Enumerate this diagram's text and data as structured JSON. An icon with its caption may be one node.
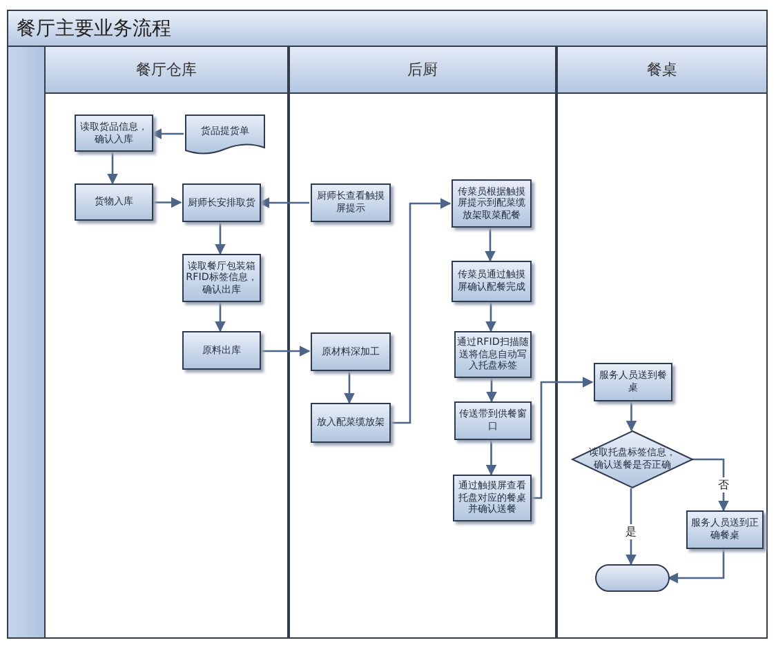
{
  "diagram": {
    "title": "餐厅主要业务流程",
    "nodes": [
      {
        "text": [
          "餐厅仓库"
        ]
      },
      {
        "text": [
          "后厨"
        ]
      },
      {
        "text": [
          "餐桌"
        ]
      },
      {
        "text": [
          "读取货品信息，确认入库"
        ],
        "in": 0
      },
      {
        "text": [
          "货品提货单"
        ],
        "in": 0
      },
      {
        "text": [
          "货物入库"
        ],
        "in": 0
      },
      {
        "text": [
          "厨师长安排取货"
        ],
        "in": 0
      },
      {
        "text": [
          "厨师长查看触摸屏提示"
        ],
        "in": 1
      },
      {
        "text": [
          "读取餐厅包装箱RFID标签信息，确认出库"
        ],
        "in": 0
      },
      {
        "text": [
          "原料出库"
        ],
        "in": 0
      },
      {
        "text": [
          "原材料深加工"
        ],
        "in": 1
      },
      {
        "text": [
          "放入配菜缆放架"
        ],
        "in": 1
      },
      {
        "text": [
          "传菜员根据触摸屏提示到配菜缆放架取菜配餐"
        ],
        "in": 1
      },
      {
        "text": [
          "传菜员通过触摸屏确认配餐完成"
        ],
        "in": 1
      },
      {
        "text": [
          "通过RFID扫描随送将信息自动写入托盘标签"
        ],
        "in": 1
      },
      {
        "text": [
          "传送带到供餐窗口"
        ],
        "in": 1
      },
      {
        "text": [
          "通过触摸屏查看托盘对应的餐桌并确认送餐"
        ],
        "in": 1
      },
      {
        "text": [
          "服务人员送到餐桌"
        ],
        "in": 2
      },
      {
        "text": [
          "读取托盘标签信息，确认送餐是否正确"
        ],
        "in": 2
      },
      {
        "text": [
          "服务人员送到正确餐桌"
        ],
        "in": 2
      },
      {
        "text": [],
        "shape": "box",
        "in": 2
      }
    ],
    "edges": [
      {
        "from": 4,
        "to": 3,
        "arrow": "to"
      },
      {
        "from": 3,
        "to": 5,
        "arrow": "to"
      },
      {
        "from": 5,
        "to": 6,
        "arrow": "to"
      },
      {
        "from": 7,
        "to": 6,
        "arrow": "to"
      },
      {
        "from": 6,
        "to": 8,
        "arrow": "to"
      },
      {
        "from": 8,
        "to": 9,
        "arrow": "to"
      },
      {
        "from": 9,
        "to": 10,
        "arrow": "to"
      },
      {
        "from": 10,
        "to": 11,
        "arrow": "to"
      },
      {
        "from": 11,
        "to": 12,
        "arrow": "to"
      },
      {
        "from": 12,
        "to": 13,
        "arrow": "to"
      },
      {
        "from": 13,
        "to": 14,
        "arrow": "to"
      },
      {
        "from": 14,
        "to": 15,
        "arrow": "to"
      },
      {
        "from": 15,
        "to": 16,
        "arrow": "to"
      },
      {
        "from": 16,
        "to": 17,
        "arrow": "to"
      },
      {
        "from": 17,
        "to": 18,
        "arrow": "to"
      },
      {
        "from": 18,
        "to": 19,
        "arrow": "to",
        "label": "否"
      },
      {
        "from": 18,
        "to": 20,
        "arrow": "to",
        "label": "是"
      },
      {
        "from": 19,
        "to": 20,
        "arrow": "to"
      }
    ]
  }
}
